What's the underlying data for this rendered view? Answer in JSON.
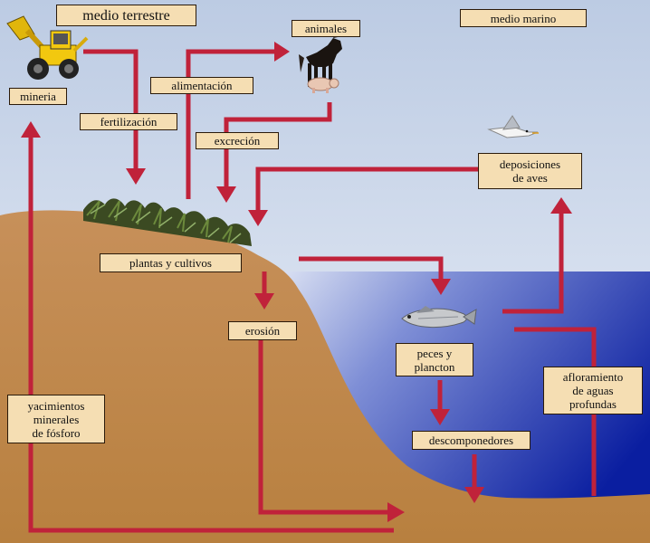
{
  "header": {
    "land_title": "medio terrestre",
    "sea_title": "medio marino"
  },
  "labels": {
    "mining": "mineria",
    "fertilization": "fertilización",
    "feeding": "alimentación",
    "animals": "animales",
    "excretion": "excreción",
    "bird_deposits": "deposiciones\nde aves",
    "plants": "plantas y cultivos",
    "erosion": "erosión",
    "fish": "peces y\nplancton",
    "upwelling": "afloramiento\nde aguas\nprofundas",
    "phosphate_deposits": "yacimientos\nminerales\nde fósforo",
    "decomposers": "descomponedores"
  },
  "icons": {
    "mining": "excavator-icon",
    "animals": "horse-and-pig-icon",
    "birds": "seagull-icon",
    "plants": "crops-icon",
    "fish": "fish-icon"
  },
  "colors": {
    "sky_top": "#bccbe3",
    "sky_bottom": "#e9eef7",
    "sea_light": "#d3dcf0",
    "sea_deep": "#0a1ea0",
    "soil": "#c48b4c",
    "arrow": "#c0223a",
    "label_fill": "#f5deb3"
  }
}
